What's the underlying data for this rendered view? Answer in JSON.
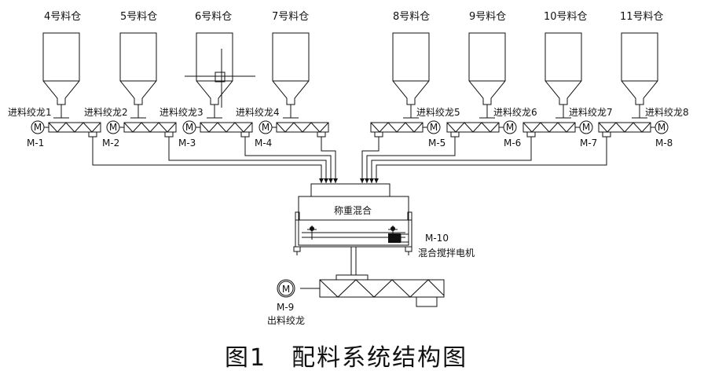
{
  "bins": [
    {
      "label": "4号料仓"
    },
    {
      "label": "5号料仓"
    },
    {
      "label": "6号料仓"
    },
    {
      "label": "7号料仓"
    },
    {
      "label": "8号料仓"
    },
    {
      "label": "9号料仓"
    },
    {
      "label": "10号料仓"
    },
    {
      "label": "11号料仓"
    }
  ],
  "feeders": [
    {
      "label": "进料绞龙1",
      "motor": "M-1"
    },
    {
      "label": "进料绞龙2",
      "motor": "M-2"
    },
    {
      "label": "进料绞龙3",
      "motor": "M-3"
    },
    {
      "label": "进料绞龙4",
      "motor": "M-4"
    },
    {
      "label": "进料绞龙5",
      "motor": "M-5"
    },
    {
      "label": "进料绞龙6",
      "motor": "M-6"
    },
    {
      "label": "进料绞龙7",
      "motor": "M-7"
    },
    {
      "label": "进料绞龙8",
      "motor": "M-8"
    }
  ],
  "motor_symbol": "M",
  "mixer": {
    "label": "称重混合",
    "motor_id": "M-10",
    "motor_label": "混合搅拌电机"
  },
  "discharge": {
    "motor_id": "M-9",
    "label": "出料绞龙",
    "motor_symbol": "M"
  },
  "caption": "图1　配料系统结构图"
}
